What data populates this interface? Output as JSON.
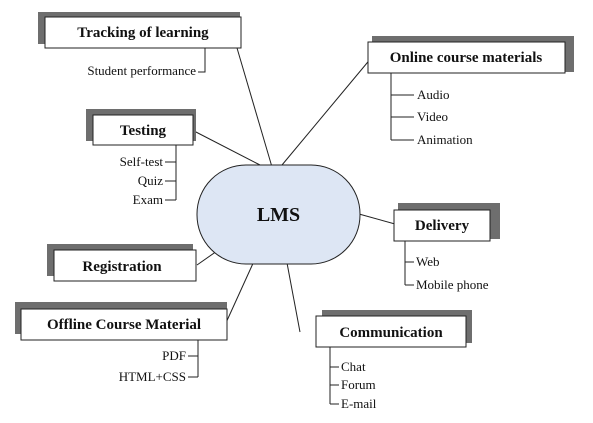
{
  "center": {
    "label": "LMS",
    "fill": "#dde6f4"
  },
  "nodes": {
    "tracking": {
      "label": "Tracking of learning",
      "items": [
        "Student performance"
      ]
    },
    "online": {
      "label": "Online course materials",
      "items": [
        "Audio",
        "Video",
        "Animation"
      ]
    },
    "testing": {
      "label": "Testing",
      "items": [
        "Self-test",
        "Quiz",
        "Exam"
      ]
    },
    "delivery": {
      "label": "Delivery",
      "items": [
        "Web",
        "Mobile phone"
      ]
    },
    "registration": {
      "label": "Registration",
      "items": []
    },
    "offline": {
      "label": "Offline Course Material",
      "items": [
        "PDF",
        "HTML+CSS"
      ]
    },
    "communication": {
      "label": "Communication",
      "items": [
        "Chat",
        "Forum",
        "E-mail"
      ]
    }
  }
}
